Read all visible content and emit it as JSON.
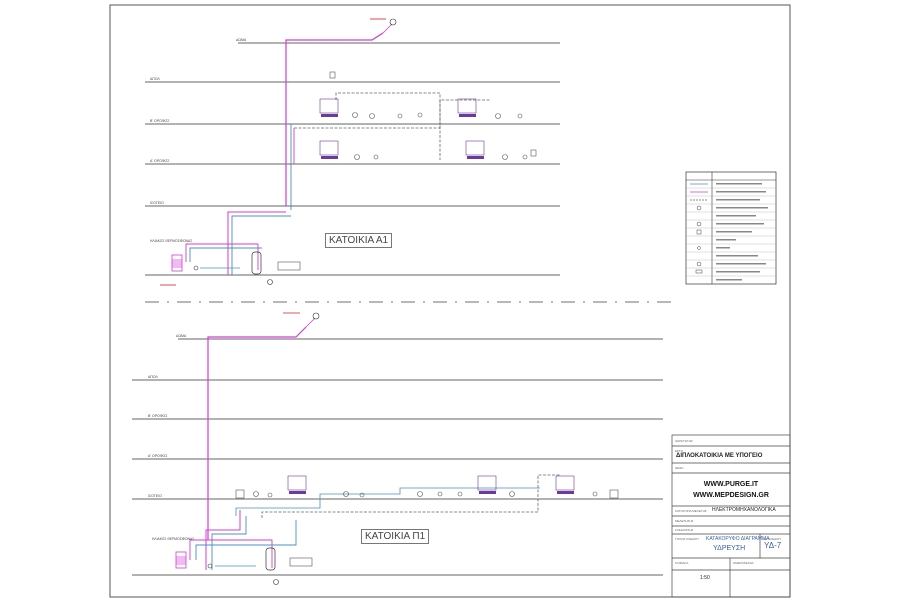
{
  "buildings": {
    "a1": {
      "label": "ΚΑΤΟΙΚΙΑ Α1"
    },
    "p1": {
      "label": "ΚΑΤΟΙΚΙΑ Π1"
    }
  },
  "title_block": {
    "project_title": "ΔΙΠΛΟΚΑΤΟΙΚΙΑ ΜΕ ΥΠΟΓΕΙΟ",
    "website_1": "WWW.PURGE.IT",
    "website_2": "WWW.MEPDESIGN.GR",
    "discipline": "ΗΛΕΚΤΡΟΜΗΧΑΝΟΛΟΓΙΚΑ",
    "drawing_title": "ΚΑΤΑΚΟΡΥΦΟ ΔΙΑΓΡΑΜΜΑ",
    "drawing_subtitle": "ΥΔΡΕΥΣΗ",
    "drawing_number": "ΥΔ-7",
    "scale": "1:50"
  },
  "colors": {
    "hot_water": "#d23cd6",
    "cold_water": "#4a8fc4",
    "fixtures": "#6b3a9c",
    "lines": "#333333",
    "note_red": "#d02020"
  }
}
